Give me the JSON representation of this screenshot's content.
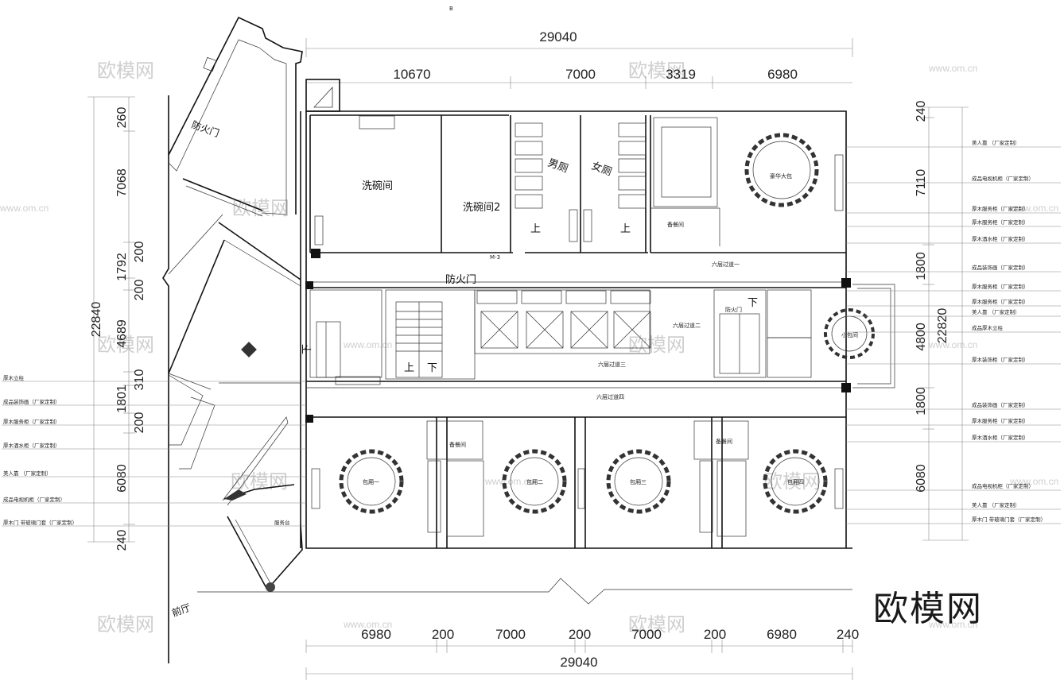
{
  "dimensions": {
    "top_total": "29040",
    "top_segments": [
      "10670",
      "7000",
      "3319",
      "6980"
    ],
    "bottom_total": "29040",
    "bottom_segments": [
      "6980",
      "200",
      "7000",
      "200",
      "7000",
      "200",
      "6980",
      "240"
    ],
    "left_segments": [
      "260",
      "7068",
      "1792",
      "200",
      "200",
      "4689",
      "310",
      "1801",
      "200",
      "6080",
      "240"
    ],
    "left_total": "22840",
    "right_segments": [
      "240",
      "7110",
      "1800",
      "4800",
      "1800",
      "6080"
    ],
    "right_total": "22820"
  },
  "rooms": {
    "fire_door_1": "防火门",
    "fire_door_2": "防火门",
    "fire_door_3": "防火门",
    "wash_1": "洗碗间",
    "wash_2": "洗碗间2",
    "men_toilet": "男厕",
    "women_toilet": "女厕",
    "private_room_1": "包厢一",
    "private_room_2": "包厢二",
    "private_room_3": "包厢三",
    "private_room_4": "包厢四",
    "corridor_1": "六层过道一",
    "corridor_2": "六层过道二",
    "corridor_3": "六层过道三",
    "corridor_4": "六层过道四",
    "small_room": "小包间",
    "big_room": "豪华大包",
    "service_1": "备餐间",
    "service_2": "备餐间",
    "service_3": "备餐间",
    "hall": "前厅",
    "up": "上",
    "down": "下",
    "m3": "M-3",
    "desk": "服务台",
    "north_mark": "B"
  },
  "notes_left": [
    "厚木立柱",
    "成品装饰画（厂家定制）",
    "厚木服务柜（厂家定制）",
    "厚木酒水柜（厂家定制）",
    "美人靠 （厂家定制）",
    "成品电视机柜（厂家定制）",
    "厚木门 带玻璃门套（厂家定制）"
  ],
  "notes_right": [
    "美人靠 （厂家定制）",
    "成品电视机柜（厂家定制）",
    "厚木服务柜（厂家定制）",
    "厚木服务柜（厂家定制）",
    "厚木酒水柜（厂家定制）",
    "成品装饰画（厂家定制）",
    "厚木服务柜（厂家定制）",
    "厚木服务柜（厂家定制）",
    "美人靠 （厂家定制）",
    "成品厚木立柱",
    "厚木装饰柜（厂家定制）",
    "成品装饰画（厂家定制）",
    "厚木服务柜（厂家定制）",
    "厚木酒水柜（厂家定制）",
    "成品电视机柜（厂家定制）",
    "美人靠 （厂家定制）",
    "厚木门 带玻璃门套（厂家定制）"
  ],
  "watermark": {
    "text": "欧模网",
    "url": "www.om.cn"
  },
  "logo": "欧模网"
}
